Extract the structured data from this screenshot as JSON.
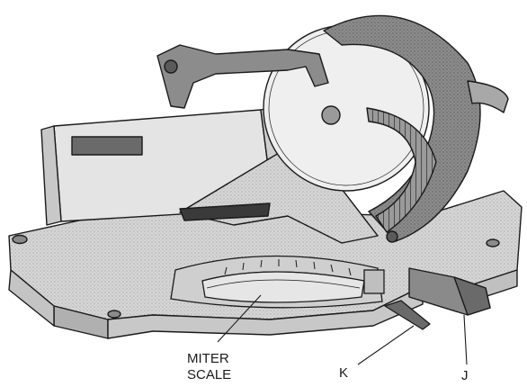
{
  "labels": {
    "miter_scale_line1": "MITER",
    "miter_scale_line2": "SCALE",
    "k": "K",
    "j": "J"
  },
  "colors": {
    "line": "#1a1a1a",
    "light": "#dcdcdc",
    "mid": "#bdbdbd",
    "dark": "#7a7a7a",
    "darker": "#5a5a5a"
  }
}
